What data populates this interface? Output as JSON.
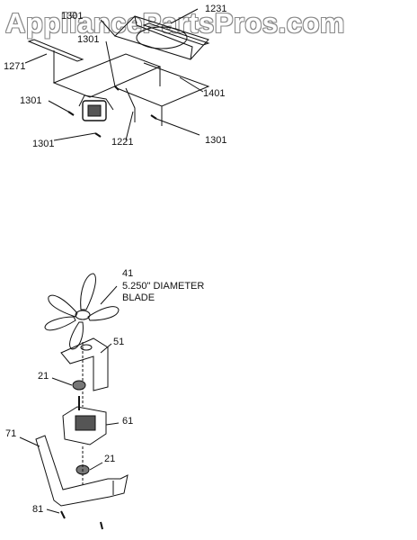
{
  "watermark": "AppliancePartsPros.com",
  "upper_assembly": {
    "callouts": [
      "1301",
      "1231",
      "1301",
      "1271",
      "1301",
      "1401",
      "1301",
      "1221",
      "1301"
    ]
  },
  "lower_assembly": {
    "blade_callout": "41",
    "blade_note_line1": "5.250\" DIAMETER",
    "blade_note_line2": "BLADE",
    "callouts": [
      "51",
      "21",
      "61",
      "71",
      "21",
      "81"
    ]
  },
  "colors": {
    "line": "#111111",
    "watermark_outline": "#8a8a8a"
  }
}
